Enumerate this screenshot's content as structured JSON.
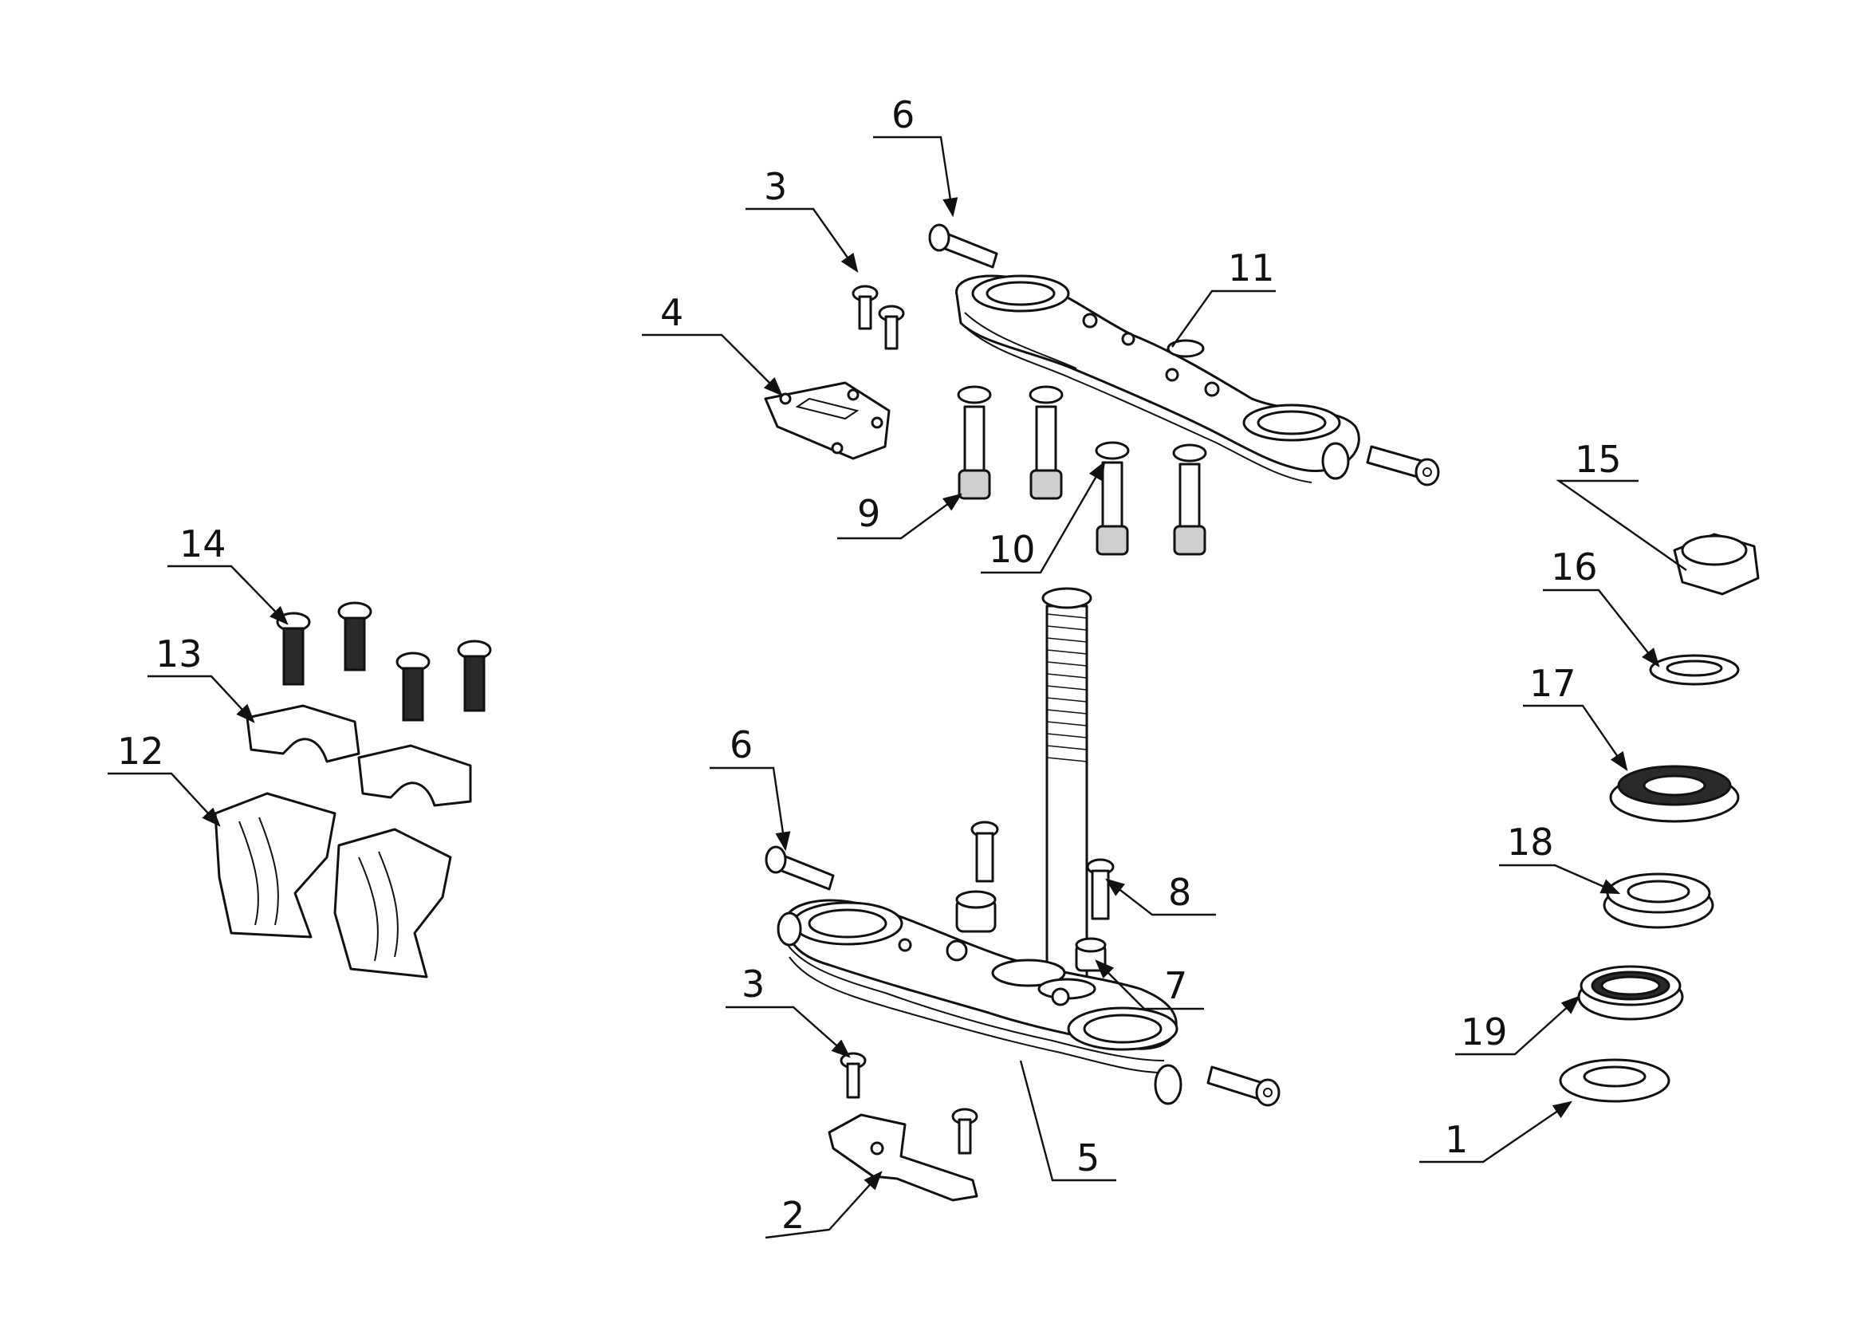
{
  "callouts": {
    "c6_top": "6",
    "c3_top": "3",
    "c4": "4",
    "c11": "11",
    "c9": "9",
    "c10": "10",
    "c15": "15",
    "c16": "16",
    "c17": "17",
    "c18": "18",
    "c19": "19",
    "c1": "1",
    "c14": "14",
    "c13": "13",
    "c12": "12",
    "c6_bottom": "6",
    "c8": "8",
    "c7": "7",
    "c3_bottom": "3",
    "c5": "5",
    "c2": "2"
  }
}
